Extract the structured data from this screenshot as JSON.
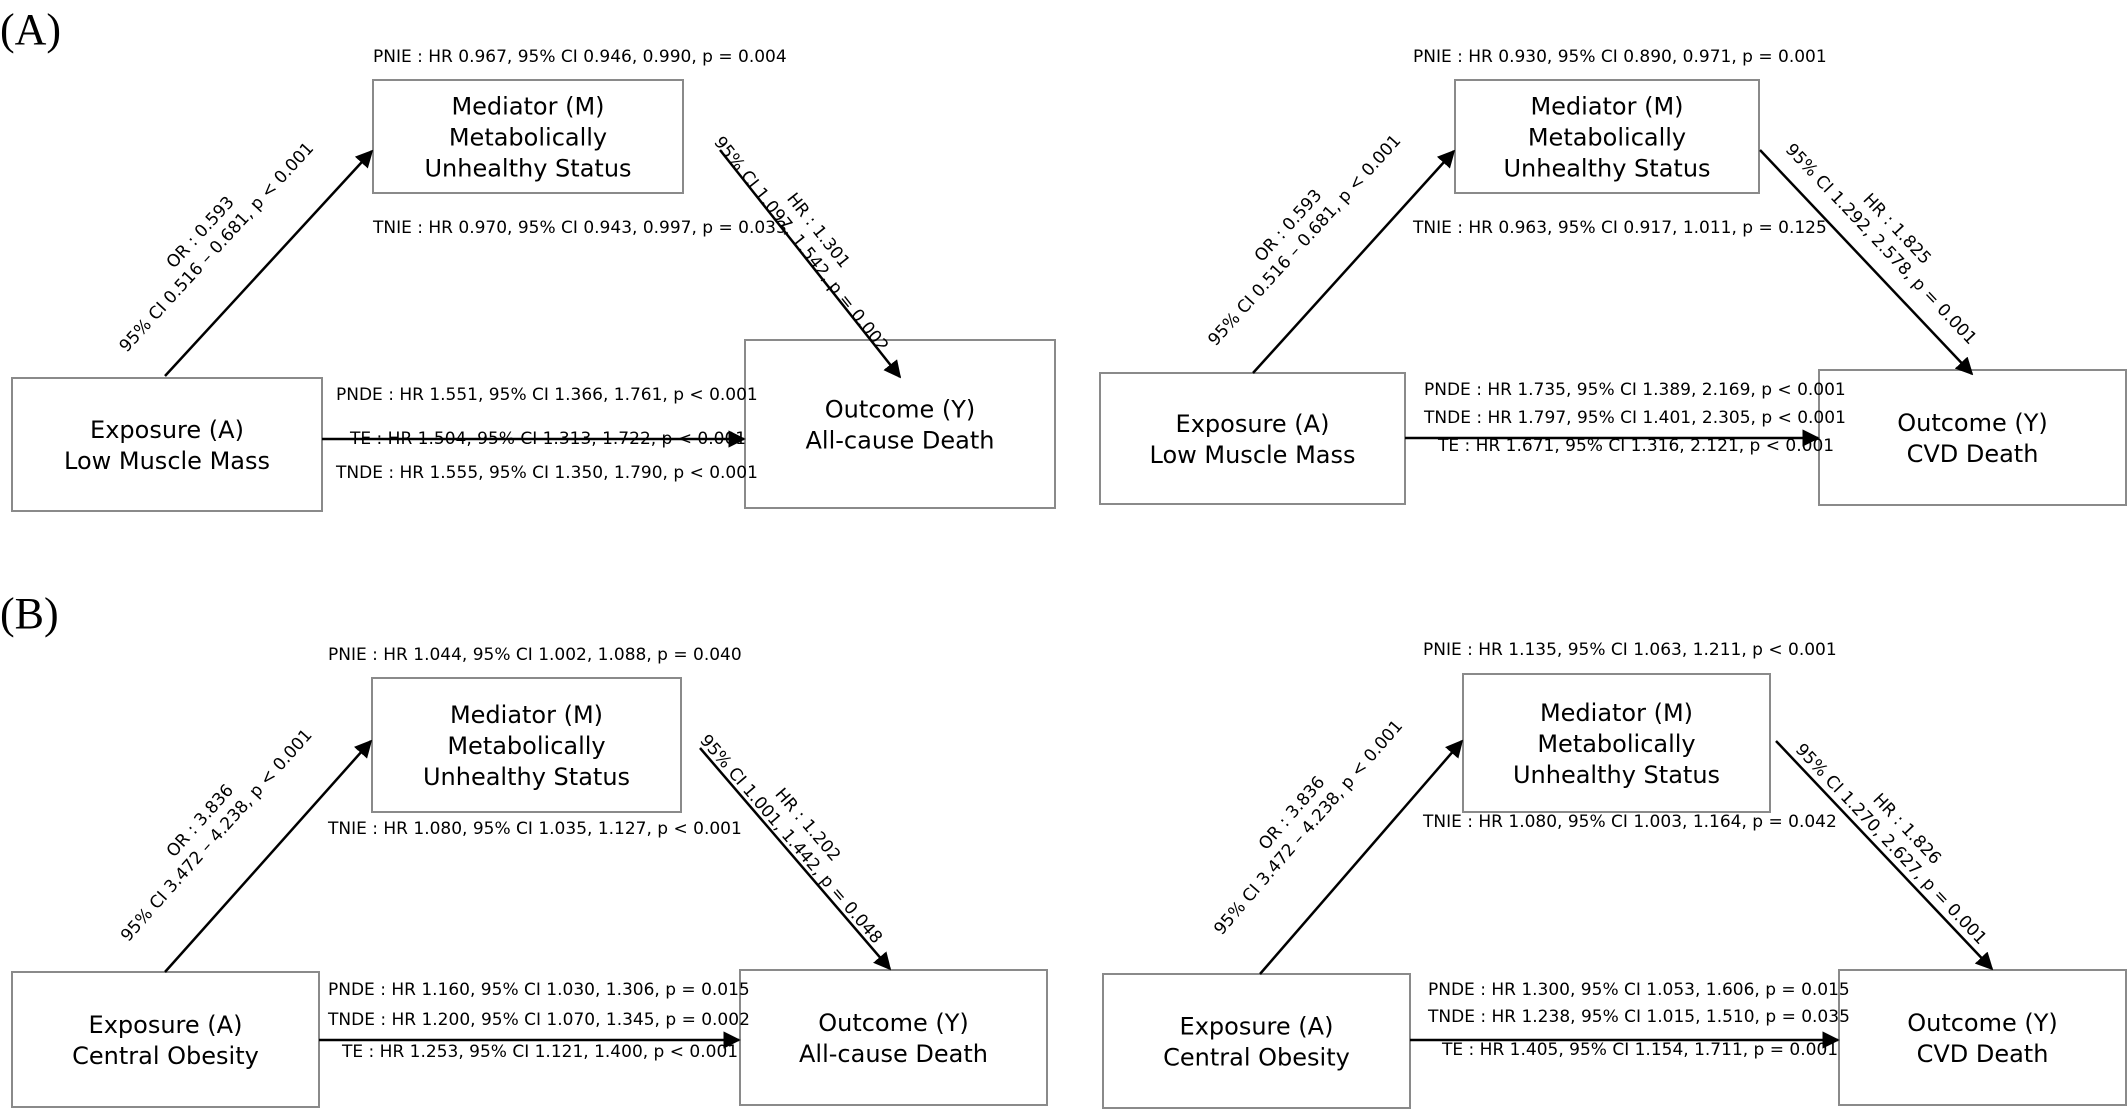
{
  "panels": [
    {
      "label": "(A)",
      "diagrams": [
        {
          "mediator": [
            "Mediator (M)",
            "Metabolically",
            "Unhealthy Status"
          ],
          "exposure": [
            "Exposure (A)",
            "Low Muscle Mass"
          ],
          "outcome": [
            "Outcome (Y)",
            "All-cause Death"
          ],
          "pnie": "PNIE : HR 0.967, 95% CI 0.946, 0.990, p = 0.004",
          "tnie": "TNIE : HR 0.970, 95% CI 0.943, 0.997, p = 0.033",
          "a_path": [
            "OR : 0.593",
            "95% CI 0.516 – 0.681, p < 0.001"
          ],
          "b_path": [
            "HR : 1.301",
            "95% CI 1.097, 1.542, p = 0.002"
          ],
          "direct": [
            "PNDE : HR 1.551, 95% CI 1.366, 1.761, p < 0.001",
            "TNDE : HR 1.555, 95% CI 1.350, 1.790, p < 0.001",
            "TE : HR 1.504, 95% CI 1.313, 1.722, p < 0.001"
          ]
        },
        {
          "mediator": [
            "Mediator (M)",
            "Metabolically",
            "Unhealthy Status"
          ],
          "exposure": [
            "Exposure (A)",
            "Low Muscle Mass"
          ],
          "outcome": [
            "Outcome (Y)",
            "CVD Death"
          ],
          "pnie": "PNIE : HR 0.930, 95% CI 0.890, 0.971, p = 0.001",
          "tnie": "TNIE : HR 0.963, 95% CI 0.917, 1.011, p = 0.125",
          "a_path": [
            "OR : 0.593",
            "95% CI 0.516 – 0.681, p < 0.001"
          ],
          "b_path": [
            "HR : 1.825",
            "95% CI 1.292, 2.578, p = 0.001"
          ],
          "direct": [
            "PNDE : HR 1.735, 95% CI 1.389, 2.169, p < 0.001",
            "TNDE : HR 1.797, 95% CI 1.401, 2.305, p < 0.001",
            "TE : HR 1.671, 95% CI 1.316, 2.121, p < 0.001"
          ]
        }
      ]
    },
    {
      "label": "(B)",
      "diagrams": [
        {
          "mediator": [
            "Mediator (M)",
            "Metabolically",
            "Unhealthy Status"
          ],
          "exposure": [
            "Exposure (A)",
            "Central Obesity"
          ],
          "outcome": [
            "Outcome (Y)",
            "All-cause Death"
          ],
          "pnie": "PNIE : HR 1.044, 95% CI 1.002, 1.088, p = 0.040",
          "tnie": "TNIE : HR 1.080, 95% CI 1.035, 1.127, p < 0.001",
          "a_path": [
            "OR : 3.836",
            "95% CI 3.472 – 4.238, p < 0.001"
          ],
          "b_path": [
            "HR : 1.202",
            "95% CI 1.001, 1.442, p = 0.048"
          ],
          "direct": [
            "PNDE : HR 1.160, 95% CI 1.030, 1.306, p = 0.015",
            "TNDE : HR 1.200, 95% CI 1.070, 1.345, p = 0.002",
            "TE : HR 1.253, 95% CI 1.121, 1.400, p < 0.001"
          ]
        },
        {
          "mediator": [
            "Mediator (M)",
            "Metabolically",
            "Unhealthy Status"
          ],
          "exposure": [
            "Exposure (A)",
            "Central Obesity"
          ],
          "outcome": [
            "Outcome (Y)",
            "CVD Death"
          ],
          "pnie": "PNIE : HR 1.135, 95% CI 1.063, 1.211, p < 0.001",
          "tnie": "TNIE : HR 1.080, 95% CI 1.003, 1.164, p = 0.042",
          "a_path": [
            "OR : 3.836",
            "95% CI 3.472 – 4.238, p < 0.001"
          ],
          "b_path": [
            "HR : 1.826",
            "95% CI 1.270, 2.627, p = 0.001"
          ],
          "direct": [
            "PNDE : HR 1.300, 95% CI 1.053, 1.606, p = 0.015",
            "TNDE : HR 1.238, 95% CI 1.015, 1.510, p = 0.035",
            "TE : HR 1.405, 95% CI 1.154, 1.711, p = 0.001"
          ]
        }
      ]
    }
  ]
}
